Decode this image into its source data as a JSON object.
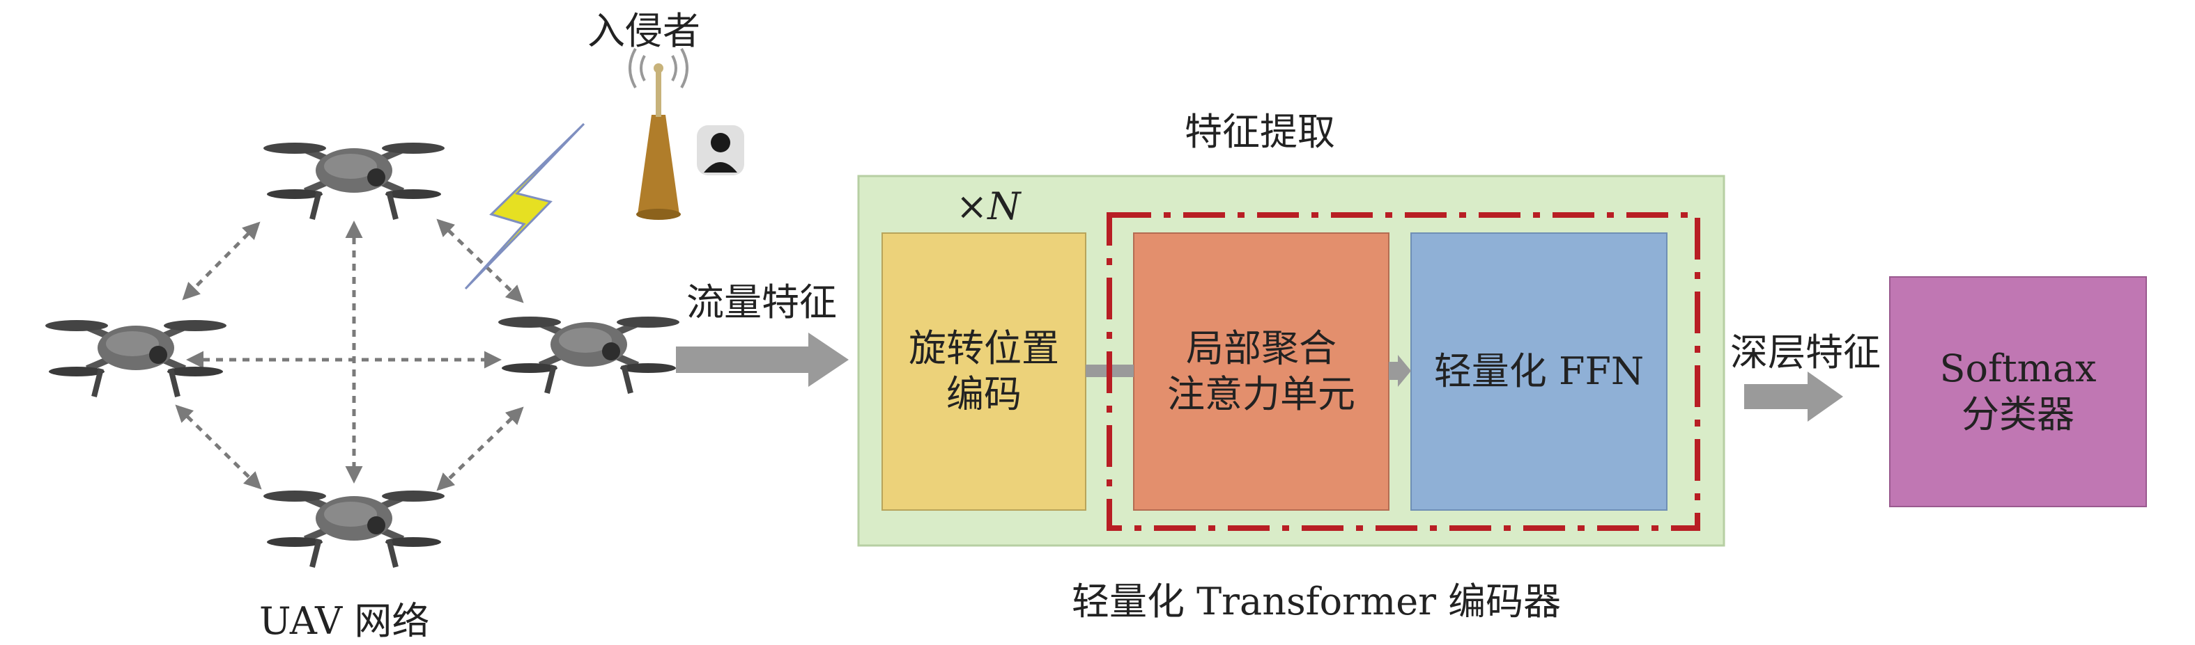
{
  "colors": {
    "outer_panel": "#d9ecc8",
    "pos_encoding": "#ecd27a",
    "attention": "#e38f6d",
    "ffn": "#8fb0d6",
    "softmax": "#c077b3",
    "dash_border": "#b81e24",
    "arrow_gray": "#9a9a9a",
    "lightning": "#e6e022",
    "intruder_antenna": "#b07d2a"
  },
  "intruder": {
    "label": "入侵者",
    "icons": [
      "antenna-icon",
      "person-icon",
      "lightning-icon"
    ]
  },
  "uav_network": {
    "label": "UAV 网络",
    "icons": [
      "drone-icon"
    ]
  },
  "traffic_features": {
    "label": "流量特征"
  },
  "feature_extraction": {
    "label": "特征提取"
  },
  "encoder": {
    "repeat_prefix": "×",
    "repeat_var": "N",
    "pos_encoding": {
      "line1": "旋转位置",
      "line2": "编码"
    },
    "attention": {
      "line1": "局部聚合",
      "line2": "注意力单元"
    },
    "ffn": {
      "label": "轻量化 FFN"
    },
    "caption": "轻量化 Transformer 编码器"
  },
  "deep_features": {
    "label": "深层特征"
  },
  "classifier": {
    "line1": "Softmax",
    "line2": "分类器"
  }
}
